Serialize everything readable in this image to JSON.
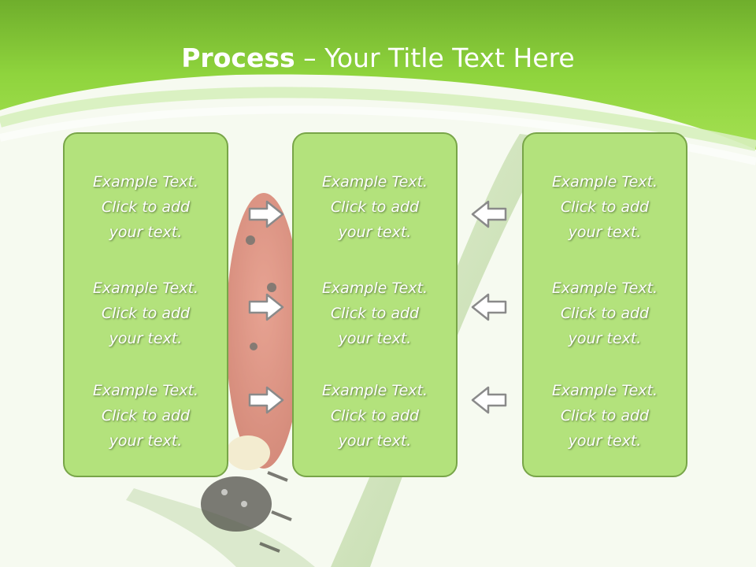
{
  "slide": {
    "title_bold": "Process",
    "title_rest": " – Your Title Text Here"
  },
  "panels": {
    "left": {
      "blocks": [
        {
          "line1": "Example Text.",
          "line2": "Click  to add",
          "line3": "your text."
        },
        {
          "line1": "Example Text.",
          "line2": "Click  to add",
          "line3": "your text."
        },
        {
          "line1": "Example Text.",
          "line2": "Click  to add",
          "line3": "your text."
        }
      ]
    },
    "center": {
      "blocks": [
        {
          "line1": "Example Text.",
          "line2": "Click  to add",
          "line3": "your text."
        },
        {
          "line1": "Example Text.",
          "line2": "Click  to add",
          "line3": "your text."
        },
        {
          "line1": "Example Text.",
          "line2": "Click  to add",
          "line3": "your text."
        }
      ]
    },
    "right": {
      "blocks": [
        {
          "line1": "Example Text.",
          "line2": "Click  to add",
          "line3": "your text."
        },
        {
          "line1": "Example Text.",
          "line2": "Click  to add",
          "line3": "your text."
        },
        {
          "line1": "Example Text.",
          "line2": "Click  to add",
          "line3": "your text."
        }
      ]
    }
  },
  "arrows": {
    "left_group": "arrow-right-icon",
    "right_group": "arrow-left-icon"
  },
  "colors": {
    "header_green": "#8fd43d",
    "panel_fill": "#b3e27c",
    "panel_border": "#78a548",
    "arrow_fill": "#ffffff",
    "arrow_stroke": "#8a8a8a"
  }
}
